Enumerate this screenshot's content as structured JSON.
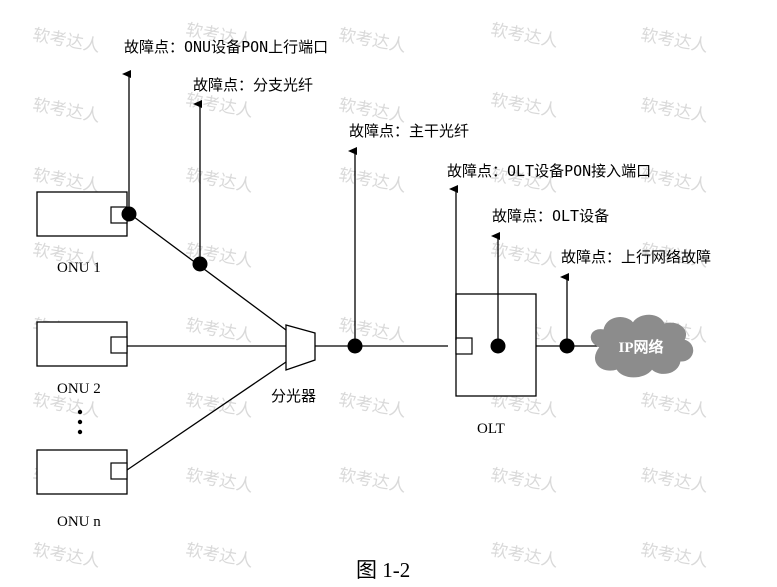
{
  "watermark": "软考达人",
  "nodes": {
    "onu1": "ONU 1",
    "onu2": "ONU 2",
    "onun": "ONU n",
    "splitter": "分光器",
    "olt": "OLT",
    "cloud": "IP网络"
  },
  "faults": [
    "故障点：ONU设备PON上行端口",
    "故障点：分支光纤",
    "故障点：主干光纤",
    "故障点：OLT设备PON接入端口",
    "故障点：OLT设备",
    "故障点：上行网络故障"
  ],
  "caption": "图 1-2",
  "colors": {
    "cloud": "#8c8c8c",
    "watermark": "#d9d9d9"
  }
}
